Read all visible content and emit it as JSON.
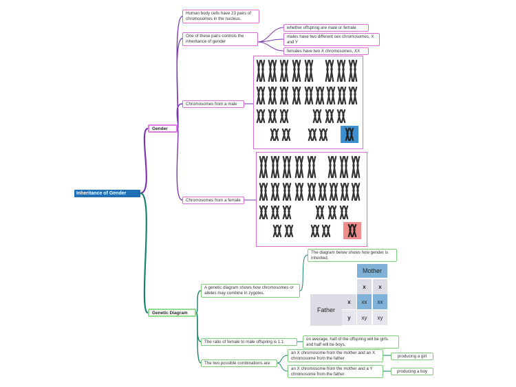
{
  "root": {
    "label": "Inheritance of Gender"
  },
  "gender": {
    "label": "Gender",
    "n1": "Human body cells have 23 pairs of chromosomes in the nucleus.",
    "n2": "One of these pairs controls the inheritance of gender",
    "n2a": "whether offspring are male or female",
    "n2b": "males have two different sex chromosomes, X and Y",
    "n2c": "females have two X chromosomes, XX",
    "male": "Chromosomes from a male",
    "female": "Chromosomes from a female"
  },
  "genetic": {
    "label": "Genetic Diagram",
    "n1": "A genetic diagram shows how chromosomes or alleles may combine in zygotes.",
    "n1a": "The diagram below shows how gender is inherited.",
    "ratio": "The ratio of female to male offspring is 1:1",
    "ratio_a": "on average, half of the offspring will be girls and half will be boys.",
    "combos": "The two possible combinations are:",
    "combo1": "an X chromosome from the mother and an X chromosome from the father",
    "combo1_res": "producing a girl",
    "combo2": "an X chromosome from the mother and a Y chromosome from the father",
    "combo2_res": "producing a boy"
  },
  "punnett": {
    "mother": "Mother",
    "father": "Father",
    "m1": "x",
    "m2": "x",
    "f1": "x",
    "f2": "y",
    "r1c1": "xx",
    "r1c2": "xx",
    "r2c1": "xy",
    "r2c2": "xy"
  },
  "colors": {
    "gender_branch": "#8a3ab8",
    "genetic_branch": "#1a8a7a",
    "male_box": "#3d8fcf",
    "female_box": "#ef8c8c"
  }
}
